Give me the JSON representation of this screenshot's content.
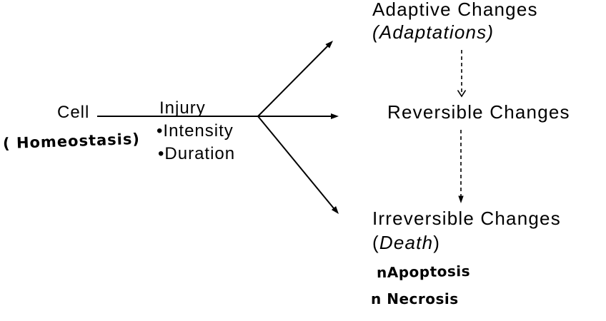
{
  "colors": {
    "ink": "#000000",
    "background": "#ffffff"
  },
  "cell": {
    "label": "Cell",
    "state_note": "( Homeostasis)"
  },
  "injury": {
    "label": "Injury",
    "bullets": [
      "•Intensity",
      "•Duration"
    ]
  },
  "outcomes": {
    "adaptive": {
      "title": "Adaptive Changes",
      "alias": "(Adaptations)"
    },
    "reversible": {
      "title": "Reversible Changes"
    },
    "irreversible": {
      "title": "Irreversible Changes",
      "alias_open": "(",
      "alias_word": "Death",
      "alias_close": ")",
      "notes": [
        "nApoptosis",
        "n Necrosis"
      ]
    }
  }
}
